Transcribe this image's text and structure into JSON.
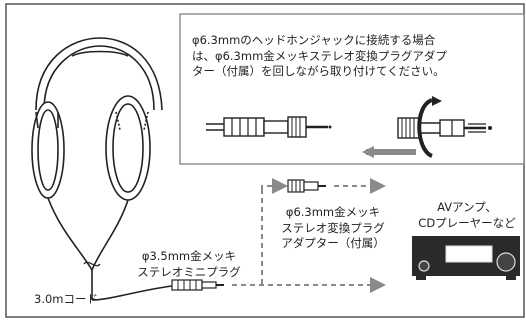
{
  "note": {
    "lines": [
      "φ6.3mmのヘッドホンジャックに接続する場合",
      "は、φ6.3mm金メッキステレオ変換プラグアダプ",
      "ター（付属）を回しながら取り付けてください。"
    ]
  },
  "labels": {
    "adapter": [
      "φ6.3mm金メッキ",
      "ステレオ変換プラグ",
      "アダプター（付属）"
    ],
    "mini_plug": [
      "φ3.5mm金メッキ",
      "ステレオミニプラグ"
    ],
    "cord": "3.0mコード",
    "amp": [
      "AVアンプ、",
      "CDプレーヤーなど"
    ]
  },
  "icons": {
    "headphones": "headphones-icon",
    "long_plug": "plug-6.3mm-icon",
    "adapter_plug": "adapter-icon",
    "mini_plug": "plug-3.5mm-icon",
    "amp": "av-amplifier-icon"
  },
  "colors": {
    "frame": "#555555",
    "note_border": "#777777",
    "arrow_gray": "#8a8a8a",
    "amp_body": "#2a2a2a"
  }
}
